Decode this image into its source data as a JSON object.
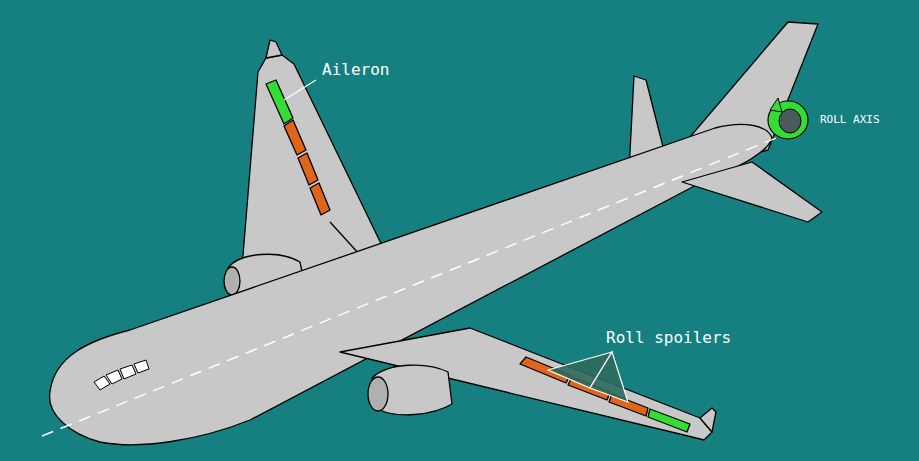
{
  "diagram": {
    "labels": [
      "Aileron",
      "Roll spoilers",
      "ROLL AXIS"
    ]
  }
}
